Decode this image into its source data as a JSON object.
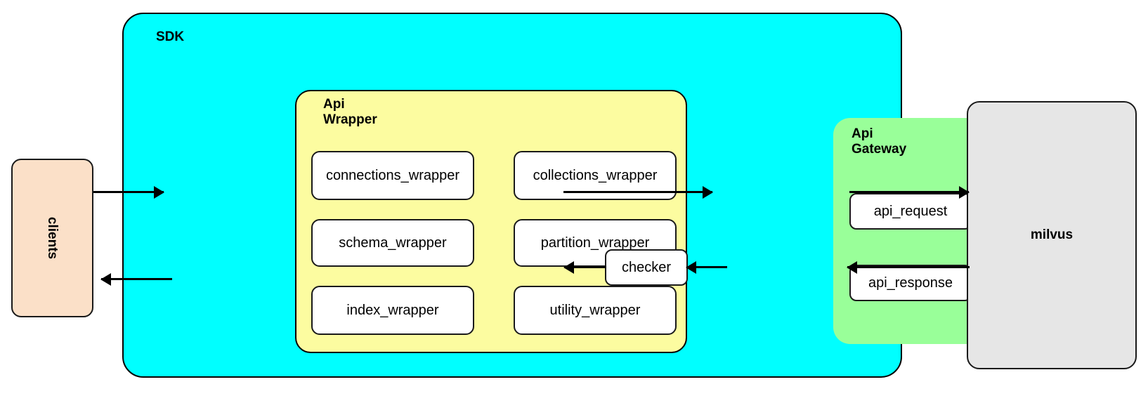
{
  "diagram": {
    "title": "Milvus SDK architecture diagram",
    "colors": {
      "sdk_fill": "#00ffff",
      "api_wrapper_fill": "#fcfca0",
      "api_gateway_fill": "#99ff99",
      "clients_fill": "#fbe0c8",
      "milvus_fill": "#e6e6e6",
      "leaf_fill": "#ffffff",
      "stroke": "#000000"
    }
  },
  "clients": {
    "label": "clients"
  },
  "sdk": {
    "label": "SDK"
  },
  "api_wrapper": {
    "label_line1": "Api",
    "label_line2": "Wrapper",
    "items": [
      {
        "label": "connections_wrapper"
      },
      {
        "label": "collections_wrapper"
      },
      {
        "label": "schema_wrapper"
      },
      {
        "label": "partition_wrapper"
      },
      {
        "label": "index_wrapper"
      },
      {
        "label": "utility_wrapper"
      }
    ]
  },
  "checker": {
    "label": "checker"
  },
  "api_gateway": {
    "label_line1": "Api",
    "label_line2": "Gateway",
    "items": [
      {
        "label": "api_request"
      },
      {
        "label": "api_response"
      }
    ]
  },
  "milvus": {
    "label": "milvus"
  }
}
